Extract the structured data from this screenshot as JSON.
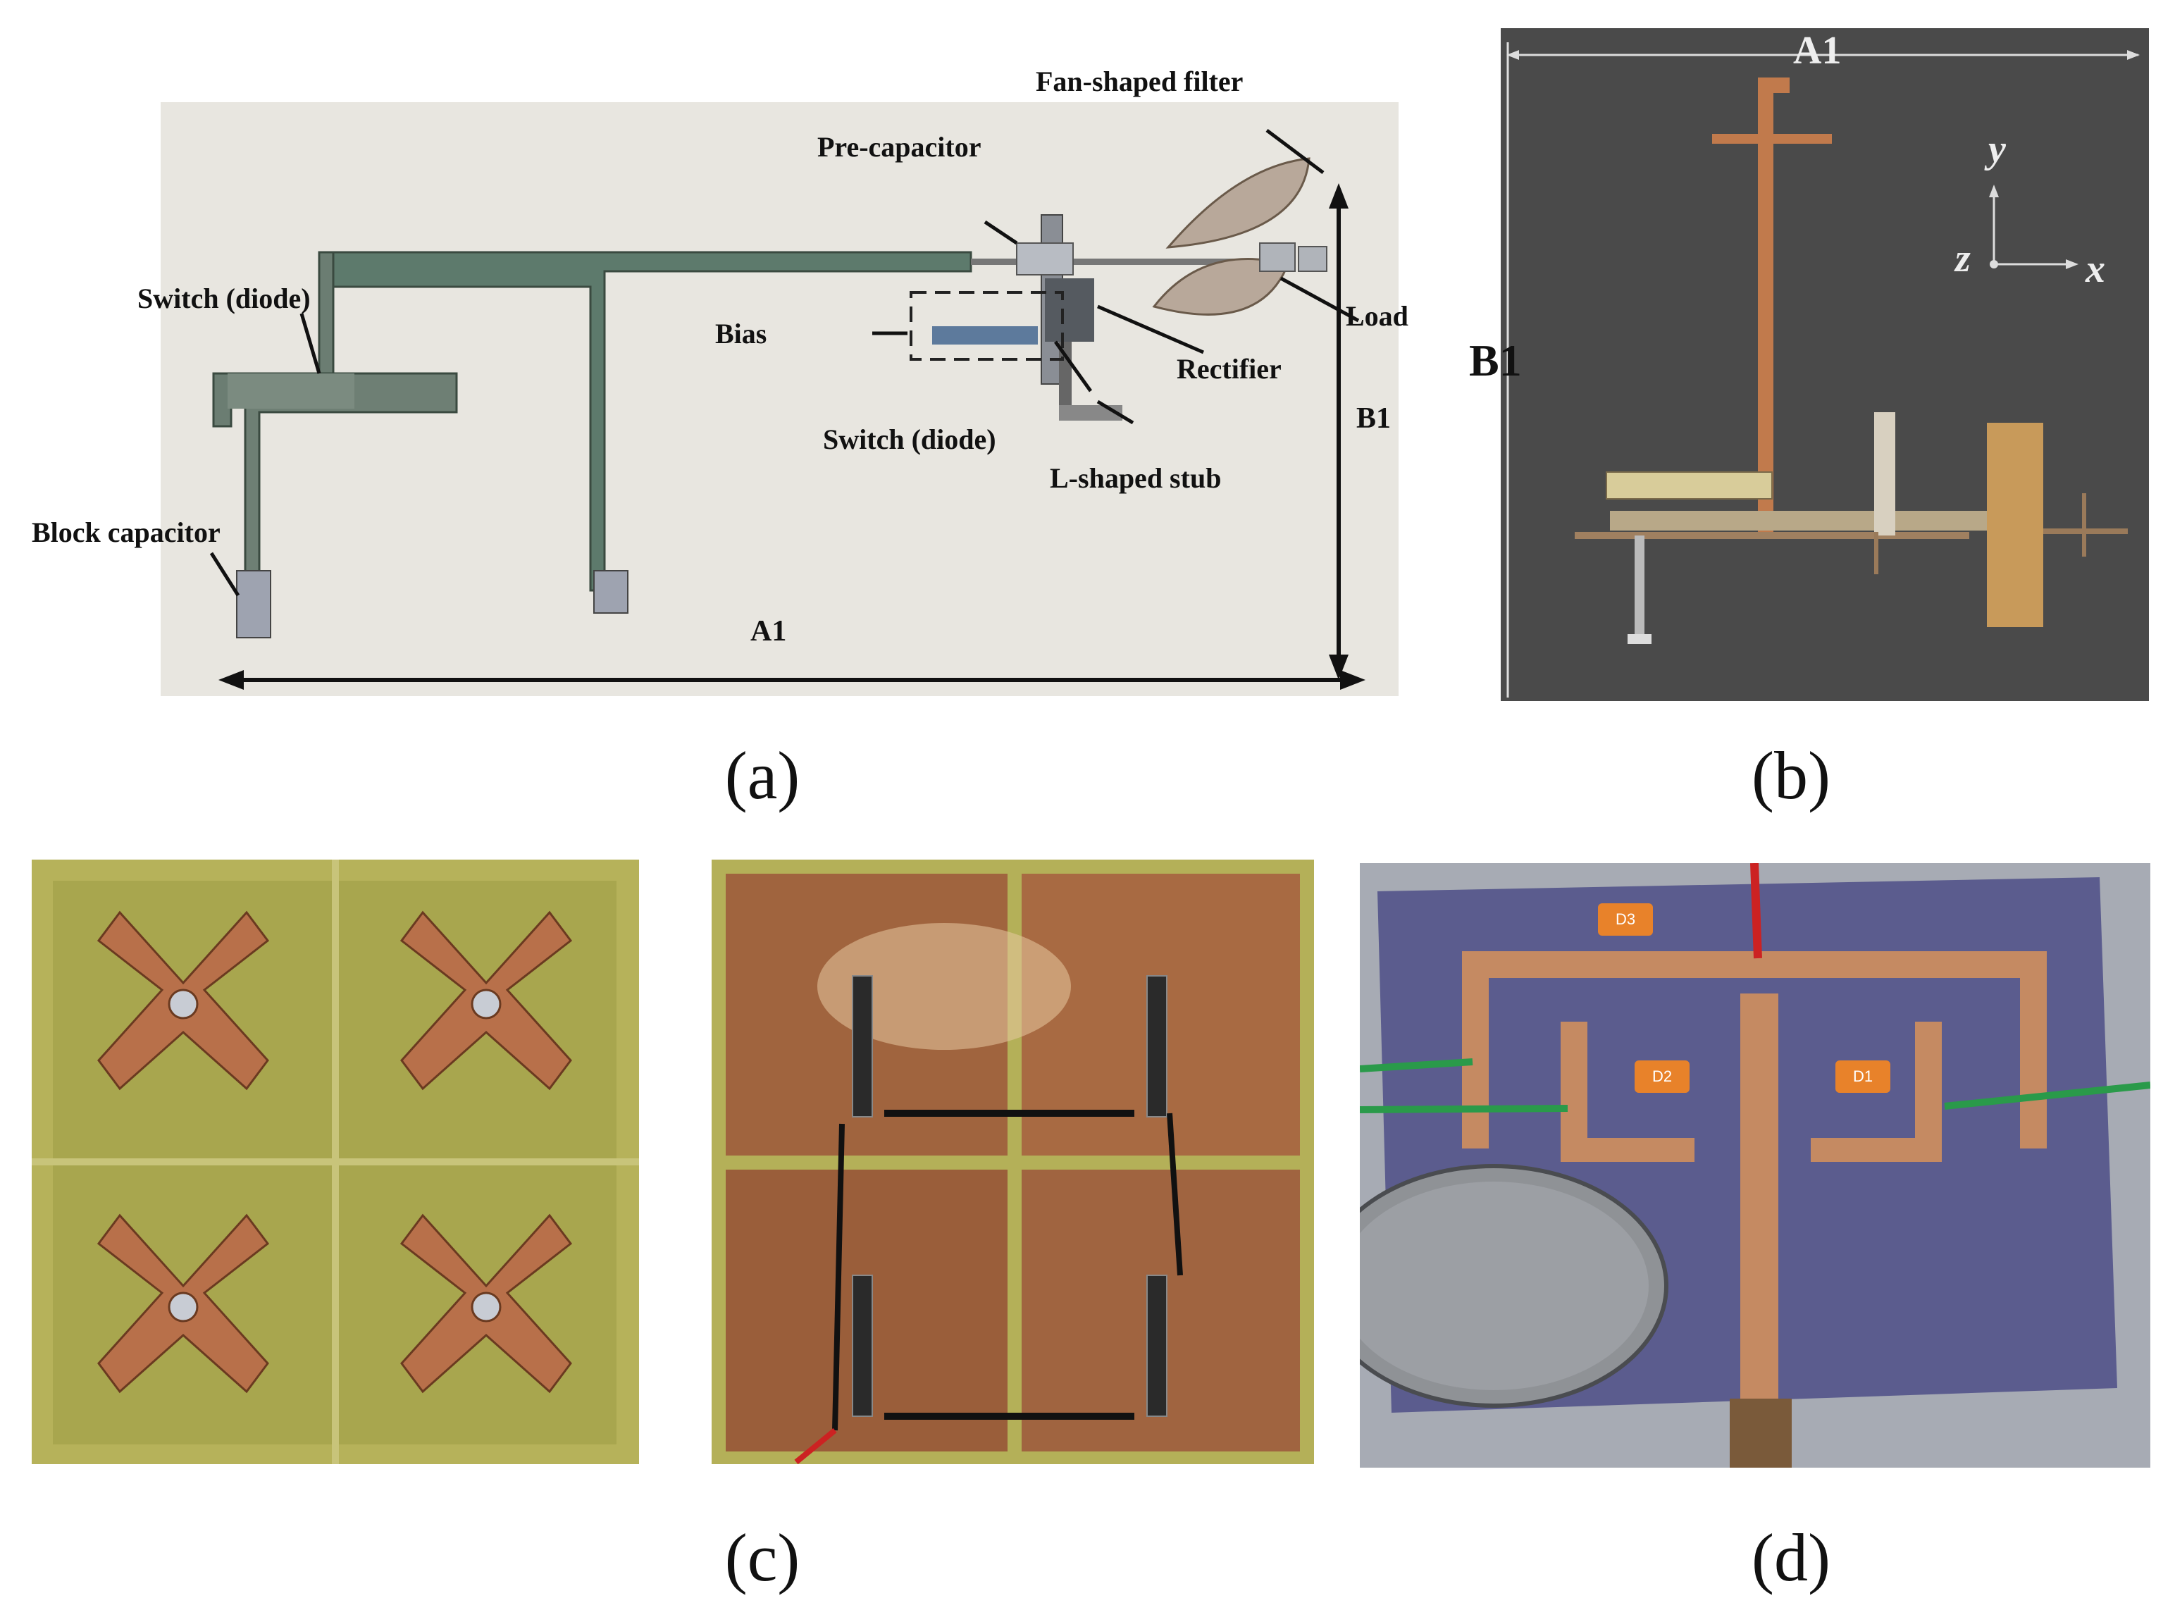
{
  "panels": {
    "a": {
      "caption": "(a)",
      "labels": {
        "fan_filter": "Fan-shaped filter",
        "pre_capacitor": "Pre-capacitor",
        "switch_diode_left": "Switch (diode)",
        "bias": "Bias",
        "rectifier": "Rectifier",
        "load": "Load",
        "b1": "B1",
        "switch_diode_center": "Switch (diode)",
        "l_stub": "L-shaped stub",
        "block_capacitor": "Block capacitor",
        "a1": "A1"
      }
    },
    "b": {
      "caption": "(b)",
      "labels": {
        "a1": "A1",
        "b1": "B1",
        "y": "y",
        "z": "z",
        "x": "x"
      }
    },
    "c": {
      "caption": "(c)"
    },
    "d": {
      "caption": "(d)",
      "tags": {
        "d3": "D3",
        "d2": "D2",
        "d1": "D1"
      }
    }
  },
  "colors": {
    "copper": "#c07a4a",
    "dark_board": "#4a4a4a",
    "fr4_green": "#b8b45a",
    "purple_board": "#5b5c8e"
  }
}
